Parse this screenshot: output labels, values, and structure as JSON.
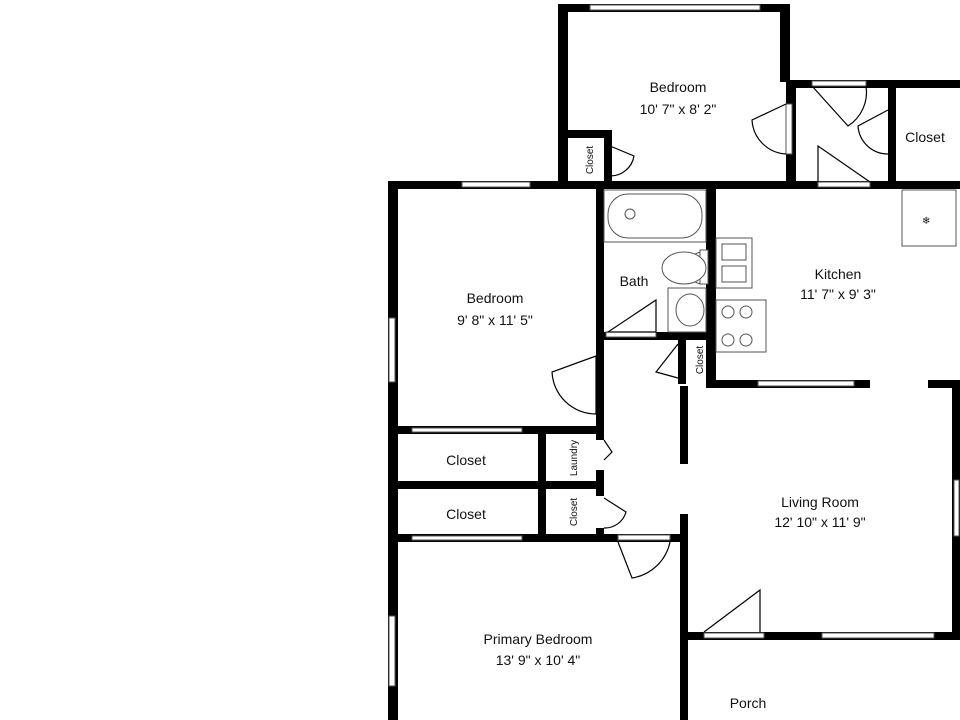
{
  "rooms": {
    "bedroom_top": {
      "name": "Bedroom",
      "size": "10' 7\" x 8' 2\""
    },
    "bedroom_left": {
      "name": "Bedroom",
      "size": "9' 8\" x 11' 5\""
    },
    "kitchen": {
      "name": "Kitchen",
      "size": "11' 7\" x 9' 3\""
    },
    "living_room": {
      "name": "Living Room",
      "size": "12' 10\" x 11' 9\""
    },
    "primary_bedroom": {
      "name": "Primary Bedroom",
      "size": "13' 9\" x 10' 4\""
    },
    "bath": {
      "name": "Bath"
    },
    "porch": {
      "name": "Porch"
    }
  },
  "closets": {
    "top_right": "Closet",
    "small_top": "Closet",
    "hall_upper": "Closet",
    "hall_lower": "Closet",
    "hall_small": "Closet",
    "kitchen_side": "Closet",
    "laundry": "Laundry"
  },
  "icons": {
    "range": "cooktop-icon",
    "sink": "sink-icon",
    "fridge": "refrigerator-icon"
  }
}
